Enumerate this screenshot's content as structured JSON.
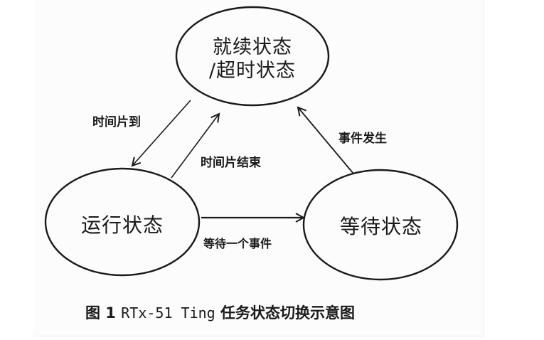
{
  "figure": {
    "caption_prefix": "图 1",
    "caption_latin": "RTx-51 Ting",
    "caption_suffix": "任务状态切换示意图"
  },
  "nodes": {
    "ready": {
      "line1": "就续状态",
      "line2": "/超时状态"
    },
    "running": {
      "label": "运行状态"
    },
    "waiting": {
      "label": "等待状态"
    }
  },
  "edges": {
    "time_slice_arrived": {
      "label": "时间片到",
      "from": "ready",
      "to": "running"
    },
    "time_slice_ended": {
      "label": "时间片结束",
      "from": "running",
      "to": "ready"
    },
    "event_occurred": {
      "label": "事件发生",
      "from": "waiting",
      "to": "ready"
    },
    "wait_for_event": {
      "label": "等待一个事件",
      "from": "running",
      "to": "waiting"
    }
  },
  "colors": {
    "stroke": "#1a1a1a",
    "background": "#fcfcfc"
  }
}
